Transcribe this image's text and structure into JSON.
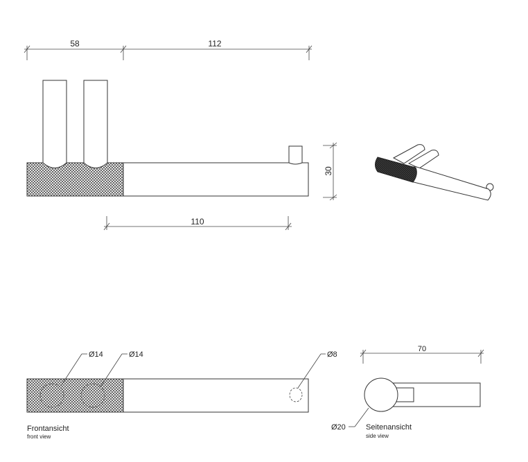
{
  "dimensions": {
    "top_left_width": "58",
    "top_right_width": "112",
    "bar_length": "110",
    "height": "30",
    "side_depth": "70"
  },
  "callouts": {
    "post1_diameter": "Ø14",
    "post2_diameter": "Ø14",
    "pin_diameter": "Ø8",
    "bar_diameter": "Ø20"
  },
  "views": {
    "front_title": "Frontansicht",
    "front_subtitle": "front view",
    "side_title": "Seitenansicht",
    "side_subtitle": "side view"
  },
  "colors": {
    "line": "#333333",
    "knurl": "#222222"
  }
}
